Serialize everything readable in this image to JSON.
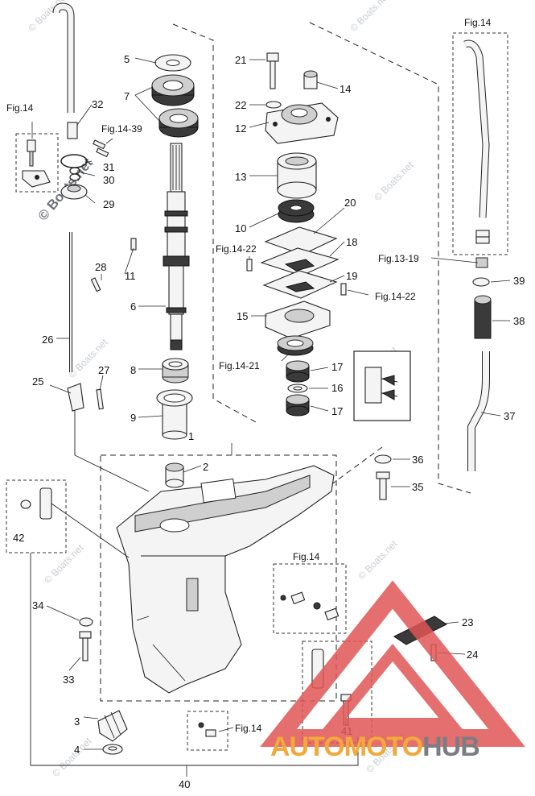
{
  "watermark": {
    "text": "© Boats.net",
    "big_text": "© Boats.net"
  },
  "logo": {
    "part_a": "AUTO",
    "part_b": "MOTO",
    "part_c": "HUB"
  },
  "callouts": {
    "c1": "1",
    "c2": "2",
    "c3": "3",
    "c4": "4",
    "c5": "5",
    "c6": "6",
    "c7": "7",
    "c8": "8",
    "c9": "9",
    "c10": "10",
    "c11": "11",
    "c12": "12",
    "c13": "13",
    "c14": "14",
    "c15": "15",
    "c16": "16",
    "c17a": "17",
    "c17b": "17",
    "c18": "18",
    "c19": "19",
    "c20": "20",
    "c21": "21",
    "c22": "22",
    "c23": "23",
    "c24": "24",
    "c25": "25",
    "c26": "26",
    "c27": "27",
    "c28": "28",
    "c29": "29",
    "c30": "30",
    "c31": "31",
    "c32": "32",
    "c33": "33",
    "c34": "34",
    "c35": "35",
    "c36": "36",
    "c37": "37",
    "c38": "38",
    "c39": "39",
    "c40": "40",
    "c41": "41",
    "c42": "42"
  },
  "figure_refs": {
    "fig14_top_right": "Fig.14",
    "fig14_left": "Fig.14",
    "fig14_39": "Fig.14-39",
    "fig14_22_left": "Fig.14-22",
    "fig14_22_right": "Fig.14-22",
    "fig14_21": "Fig.14-21",
    "fig13_19": "Fig.13-19",
    "fig14_mid": "Fig.14",
    "fig14_bottom": "Fig.14"
  }
}
